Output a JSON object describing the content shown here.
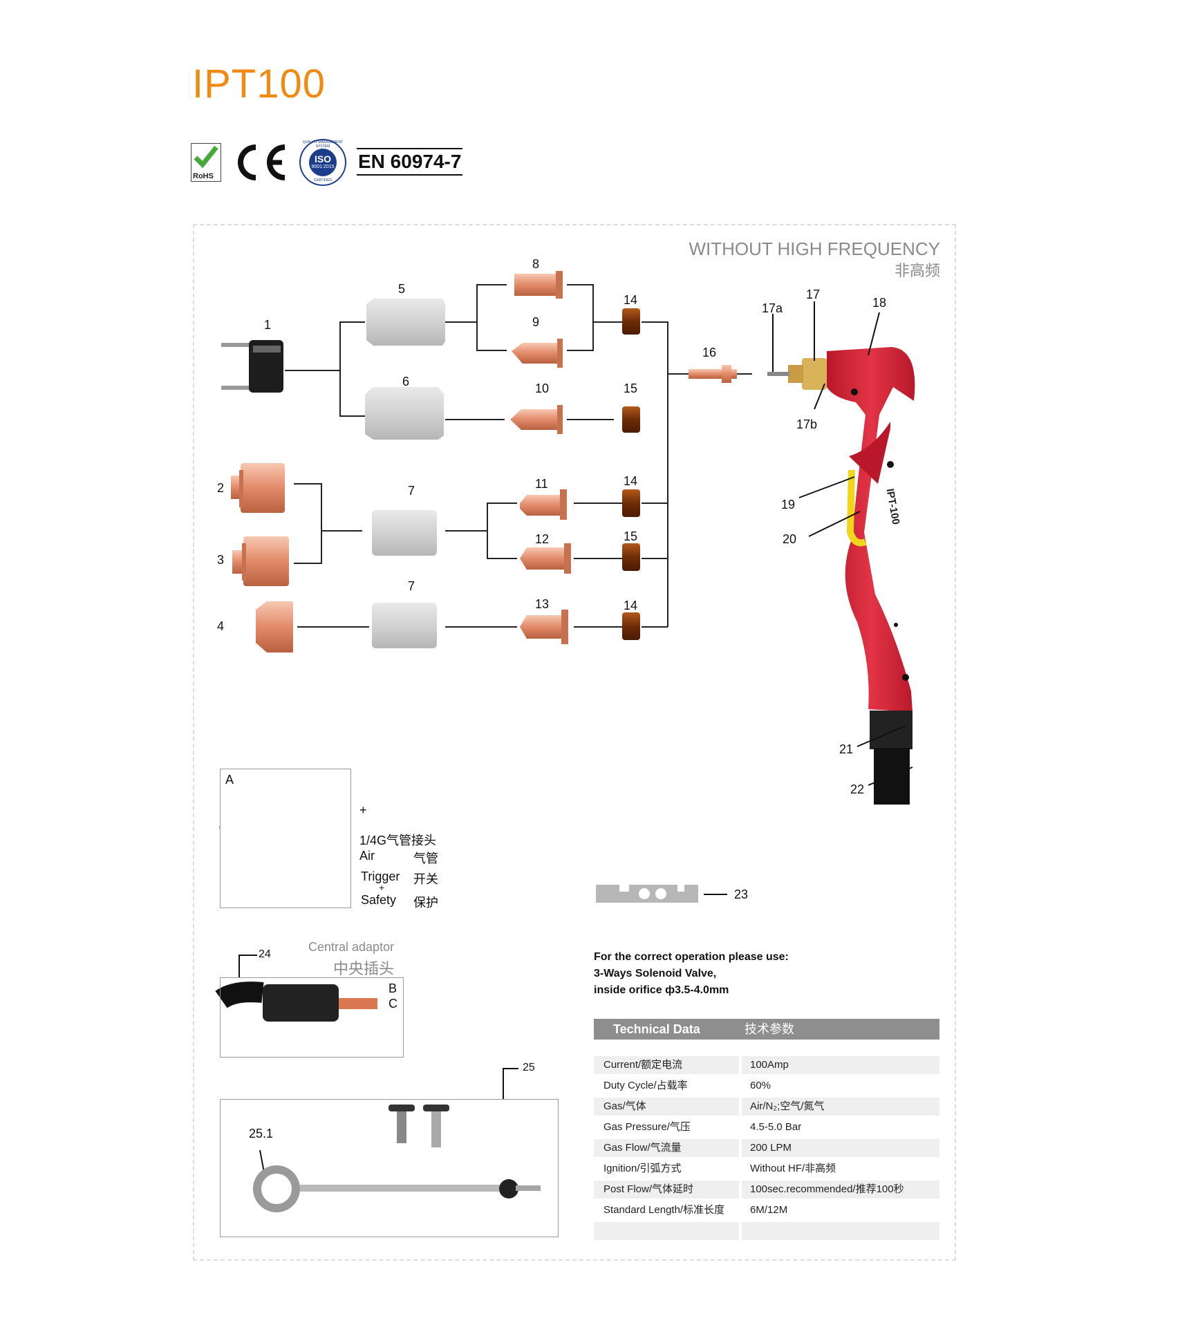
{
  "title": "IPT100",
  "certifications": {
    "rohs": "RoHS",
    "ce": "CE",
    "iso_top": "QUALITY MANAGEMENT SYSTEM",
    "iso_mid": "ISO",
    "iso_num": "9001:2015",
    "iso_bottom": "CERTIFIED",
    "en": "EN 60974-7"
  },
  "heading": {
    "en": "WITHOUT HIGH FREQUENCY",
    "cn": "非高频"
  },
  "part_numbers": {
    "p1": "1",
    "p2": "2",
    "p3": "3",
    "p4": "4",
    "p5": "5",
    "p6": "6",
    "p7a": "7",
    "p7b": "7",
    "p8": "8",
    "p9": "9",
    "p10": "10",
    "p11": "11",
    "p12": "12",
    "p13": "13",
    "p14a": "14",
    "p14b": "14",
    "p14c": "14",
    "p15a": "15",
    "p15b": "15",
    "p16": "16",
    "p17": "17",
    "p17a": "17a",
    "p17b": "17b",
    "p18": "18",
    "p19": "19",
    "p20": "20",
    "p21": "21",
    "p22": "22",
    "p23": "23",
    "p24": "24",
    "p25": "25",
    "p251": "25.1"
  },
  "torch_label": "IPT-100",
  "box_a": {
    "label": "A",
    "plus1": "+",
    "gas": "1/4G气管接头",
    "air_en": "Air",
    "air_cn": "气管",
    "trigger_en": "Trigger",
    "trigger_cn": "开关",
    "plus2": "+",
    "safety_en": "Safety",
    "safety_cn": "保护"
  },
  "adaptor": {
    "en": "Central adaptor",
    "cn": "中央插头",
    "b": "B",
    "c": "C"
  },
  "note": {
    "line1": "For the correct operation please use:",
    "line2": "3-Ways Solenoid Valve,",
    "line3": "inside orifice ф3.5-4.0mm"
  },
  "technical": {
    "title_en": "Technical  Data",
    "title_cn": "技术参数",
    "rows": [
      {
        "label": "Current/额定电流",
        "value": "100Amp"
      },
      {
        "label": "Duty Cycle/占载率",
        "value": "60%"
      },
      {
        "label": "Gas/气体",
        "value": "Air/N₂;空气/氮气"
      },
      {
        "label": "Gas Pressure/气压",
        "value": "4.5-5.0 Bar"
      },
      {
        "label": "Gas Flow/气流量",
        "value": "200 LPM"
      },
      {
        "label": "Ignition/引弧方式",
        "value": "Without HF/非高频"
      },
      {
        "label": "Post Flow/气体延时",
        "value": "100sec.recommended/推荐100秒"
      },
      {
        "label": "Standard Length/标准长度",
        "value": "6M/12M"
      },
      {
        "label": "",
        "value": ""
      }
    ]
  },
  "colors": {
    "title": "#f08a12",
    "copper": "#e6987a",
    "torch_red": "#d8283a",
    "trigger_yellow": "#f1d51b",
    "ceramic": "#d4d4d4",
    "diffuser": "#7a3a0c"
  }
}
